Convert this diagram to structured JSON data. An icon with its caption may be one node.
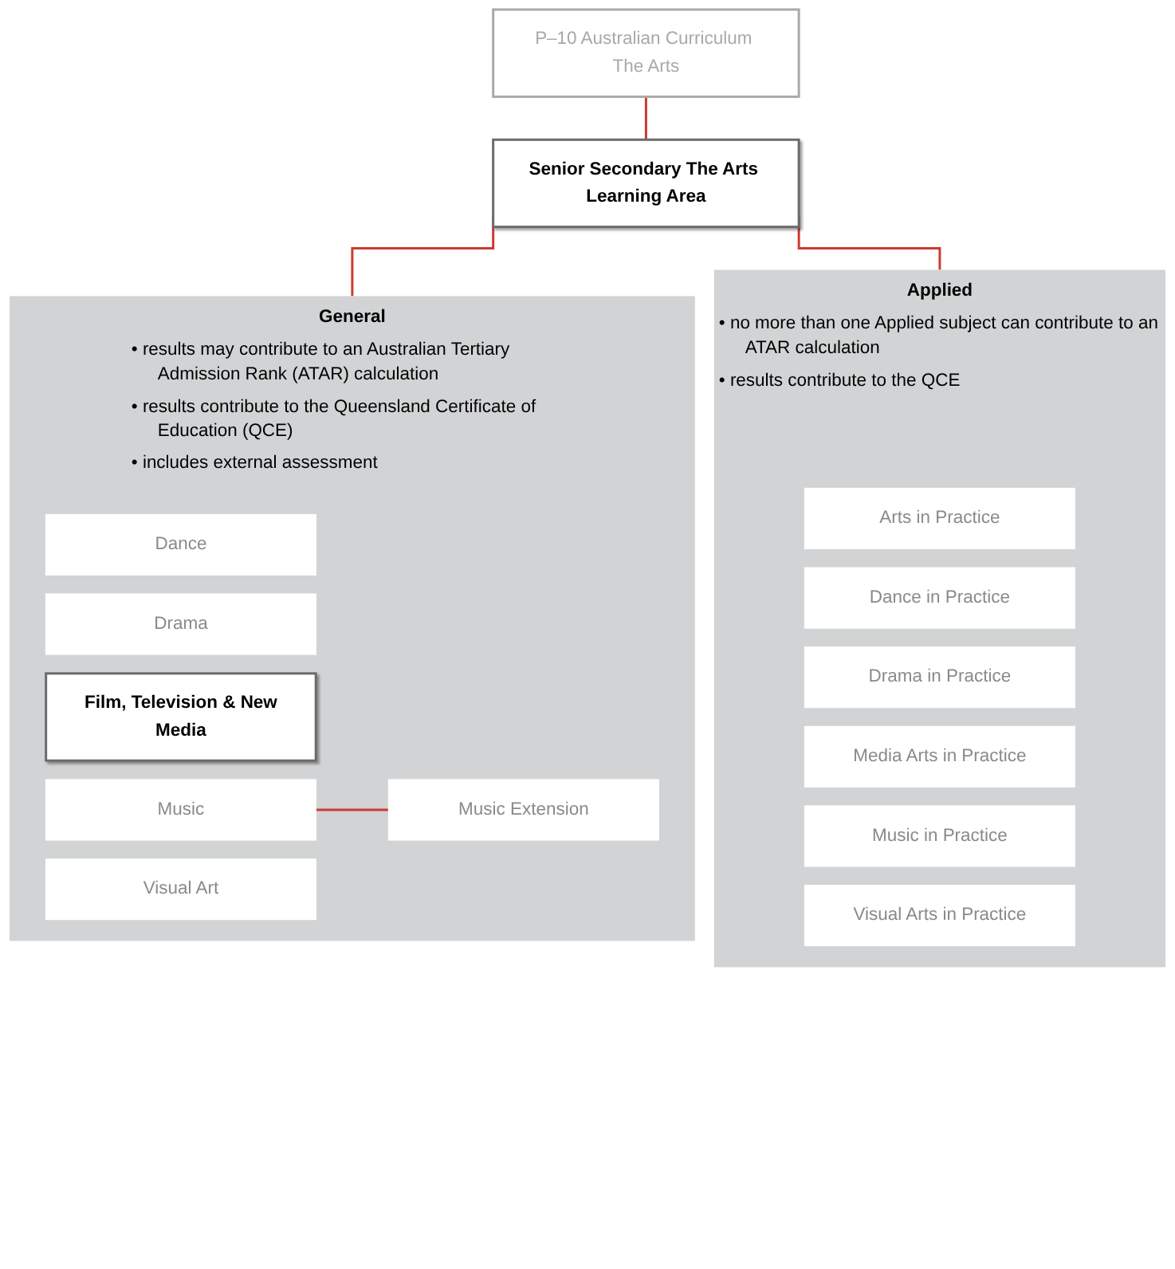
{
  "diagram": {
    "nodes": [
      {
        "text": [
          "P–10 Australian Curriculum The Arts"
        ]
      },
      {
        "text": [
          "Senior Secondary The Arts Learning Area"
        ]
      },
      {
        "text": [
          "General",
          "• results may contribute to an Australian Tertiary Admission Rank (ATAR) calculation",
          "• results contribute to the Queensland Certificate of Education (QCE)",
          "• includes external assessment"
        ]
      },
      {
        "text": [
          "Dance"
        ],
        "in": 2
      },
      {
        "text": [
          "Drama"
        ],
        "in": 2
      },
      {
        "text": [
          "Film, Television & New Media"
        ],
        "in": 2
      },
      {
        "text": [
          "Music"
        ],
        "in": 2
      },
      {
        "text": [
          "Music Extension"
        ],
        "in": 2
      },
      {
        "text": [
          "Visual Art"
        ],
        "in": 2
      },
      {
        "text": [
          "Applied",
          "• no more than one Applied subject can contribute to an ATAR calculation",
          "• results contribute to the QCE"
        ]
      },
      {
        "text": [
          "Arts in Practice"
        ],
        "in": 9
      },
      {
        "text": [
          "Dance in Practice"
        ],
        "in": 9
      },
      {
        "text": [
          "Drama in Practice"
        ],
        "in": 9
      },
      {
        "text": [
          "Media Arts in Practice"
        ],
        "in": 9
      },
      {
        "text": [
          "Music in Practice"
        ],
        "in": 9
      },
      {
        "text": [
          "Visual Arts in Practice"
        ],
        "in": 9
      }
    ],
    "edges": [
      {
        "from": 0,
        "to": 1,
        "arrow": "none"
      },
      {
        "from": 1,
        "to": 2,
        "arrow": "none"
      },
      {
        "from": 1,
        "to": 9,
        "arrow": "none"
      },
      {
        "from": 6,
        "to": 7,
        "arrow": "none"
      }
    ]
  }
}
